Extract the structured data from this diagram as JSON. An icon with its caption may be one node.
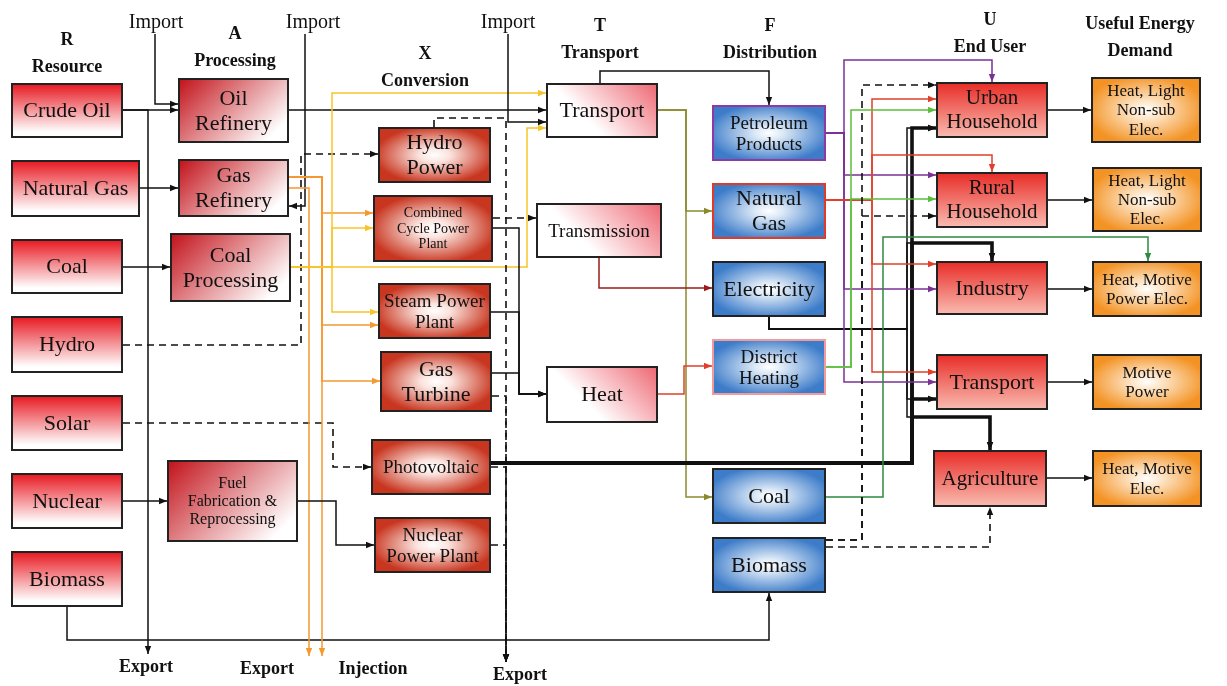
{
  "diagram": {
    "nodes": [
      {
        "text": [
          "Crude Oil"
        ]
      },
      {
        "text": [
          "Natural Gas"
        ]
      },
      {
        "text": [
          "Coal"
        ]
      },
      {
        "text": [
          "Hydro"
        ]
      },
      {
        "text": [
          "Solar"
        ]
      },
      {
        "text": [
          "Nuclear"
        ]
      },
      {
        "text": [
          "Biomass"
        ]
      },
      {
        "text": [
          "Oil Refinery"
        ]
      },
      {
        "text": [
          "Gas Refinery"
        ]
      },
      {
        "text": [
          "Coal Processing"
        ]
      },
      {
        "text": [
          "Fuel Fabrication & Reprocessing"
        ]
      },
      {
        "text": [
          "Hydro Power"
        ]
      },
      {
        "text": [
          "Combined Cycle Power Plant"
        ]
      },
      {
        "text": [
          "Steam Power Plant"
        ]
      },
      {
        "text": [
          "Gas Turbine"
        ]
      },
      {
        "text": [
          "Photovoltaic"
        ]
      },
      {
        "text": [
          "Nuclear Power Plant"
        ]
      },
      {
        "text": [
          "Transport"
        ]
      },
      {
        "text": [
          "Transmission"
        ]
      },
      {
        "text": [
          "Heat"
        ]
      },
      {
        "text": [
          "Petroleum Products"
        ]
      },
      {
        "text": [
          "Natural Gas"
        ]
      },
      {
        "text": [
          "Electricity"
        ]
      },
      {
        "text": [
          "District Heating"
        ]
      },
      {
        "text": [
          "Coal"
        ]
      },
      {
        "text": [
          "Biomass"
        ]
      },
      {
        "text": [
          "Urban Household"
        ]
      },
      {
        "text": [
          "Rural Household"
        ]
      },
      {
        "text": [
          "Industry"
        ]
      },
      {
        "text": [
          "Transport"
        ]
      },
      {
        "text": [
          "Agriculture"
        ]
      },
      {
        "text": [
          "Heat, Light Non-sub Elec."
        ]
      },
      {
        "text": [
          "Heat, Light Non-sub Elec."
        ]
      },
      {
        "text": [
          "Heat, Motive Power Elec."
        ]
      },
      {
        "text": [
          "Motive Power"
        ]
      },
      {
        "text": [
          "Heat, Motive Elec."
        ]
      },
      {
        "text": [
          "Import"
        ]
      },
      {
        "text": [
          "Import"
        ]
      },
      {
        "text": [
          "Import"
        ]
      },
      {
        "text": [
          "Export"
        ]
      },
      {
        "text": [
          "Export"
        ]
      },
      {
        "text": [
          "Injection"
        ]
      },
      {
        "text": [
          "Export"
        ]
      }
    ],
    "edges": [
      {
        "from": 0,
        "to": 7,
        "arrow": "to"
      },
      {
        "from": 36,
        "to": 7,
        "arrow": "to"
      },
      {
        "from": 0,
        "to": 39,
        "arrow": "to"
      },
      {
        "from": 1,
        "to": 8,
        "arrow": "to"
      },
      {
        "from": 2,
        "to": 9,
        "arrow": "to"
      },
      {
        "from": 3,
        "to": 11,
        "arrow": "to",
        "style": "dashed"
      },
      {
        "from": 4,
        "to": 15,
        "arrow": "to",
        "style": "dashed"
      },
      {
        "from": 5,
        "to": 10,
        "arrow": "to"
      },
      {
        "from": 6,
        "to": 25,
        "arrow": "to"
      },
      {
        "from": 7,
        "to": 17,
        "arrow": "to"
      },
      {
        "from": 37,
        "to": 8,
        "arrow": "to"
      },
      {
        "from": 8,
        "to": 12,
        "arrow": "to",
        "color": "#f5982f"
      },
      {
        "from": 8,
        "to": 13,
        "arrow": "to",
        "color": "#f5982f"
      },
      {
        "from": 8,
        "to": 14,
        "arrow": "to",
        "color": "#f5982f"
      },
      {
        "from": 8,
        "to": 41,
        "arrow": "to",
        "color": "#f5982f"
      },
      {
        "from": 8,
        "to": 40,
        "arrow": "to",
        "color": "#f5982f"
      },
      {
        "from": 9,
        "to": 17,
        "arrow": "to",
        "color": "#f7c52a"
      },
      {
        "from": 9,
        "to": 17,
        "arrow": "to",
        "color": "#f7c52a"
      },
      {
        "from": 9,
        "to": 12,
        "arrow": "to",
        "color": "#f7c52a"
      },
      {
        "from": 9,
        "to": 13,
        "arrow": "to",
        "color": "#f7c52a"
      },
      {
        "from": 10,
        "to": 16,
        "arrow": "to"
      },
      {
        "from": 38,
        "to": 17,
        "arrow": "to"
      },
      {
        "from": 11,
        "to": 42,
        "arrow": "to",
        "style": "dashed"
      },
      {
        "from": 12,
        "to": 18,
        "arrow": "to",
        "style": "dashed"
      },
      {
        "from": 12,
        "to": 19,
        "arrow": "to"
      },
      {
        "from": 13,
        "to": 19,
        "arrow": "to"
      },
      {
        "from": 14,
        "to": 19,
        "arrow": "to"
      },
      {
        "from": 14,
        "to": 42,
        "arrow": "to",
        "style": "dashed"
      },
      {
        "from": 15,
        "to": 42,
        "arrow": "to",
        "style": "dashed"
      },
      {
        "from": 16,
        "to": 42,
        "arrow": "to",
        "style": "dashed"
      },
      {
        "from": 17,
        "to": 20,
        "arrow": "to"
      },
      {
        "from": 17,
        "to": 21,
        "arrow": "to",
        "color": "#8a8a2c"
      },
      {
        "from": 17,
        "to": 24,
        "arrow": "to",
        "color": "#8a8a2c"
      },
      {
        "from": 18,
        "to": 22,
        "arrow": "to",
        "color": "#9b1c1c"
      },
      {
        "from": 19,
        "to": 23,
        "arrow": "to",
        "color": "#e0402a"
      },
      {
        "from": 15,
        "to": 26,
        "arrow": "to",
        "style": "thick"
      },
      {
        "from": 15,
        "to": 28,
        "arrow": "to",
        "style": "thick"
      },
      {
        "from": 15,
        "to": 29,
        "arrow": "to",
        "style": "thick"
      },
      {
        "from": 15,
        "to": 30,
        "arrow": "to",
        "style": "thick"
      },
      {
        "from": 22,
        "to": 26,
        "arrow": "to"
      },
      {
        "from": 22,
        "to": 28,
        "arrow": "to"
      },
      {
        "from": 22,
        "to": 29,
        "arrow": "to"
      },
      {
        "from": 22,
        "to": 30,
        "arrow": "to"
      },
      {
        "from": 20,
        "to": 26,
        "arrow": "to",
        "color": "#7b3294"
      },
      {
        "from": 20,
        "to": 27,
        "arrow": "to",
        "color": "#7b3294"
      },
      {
        "from": 20,
        "to": 28,
        "arrow": "to",
        "color": "#7b3294"
      },
      {
        "from": 20,
        "to": 29,
        "arrow": "to",
        "color": "#7b3294"
      },
      {
        "from": 21,
        "to": 26,
        "arrow": "to",
        "color": "#e0402a"
      },
      {
        "from": 21,
        "to": 27,
        "arrow": "to",
        "color": "#e0402a"
      },
      {
        "from": 21,
        "to": 28,
        "arrow": "to",
        "color": "#e0402a"
      },
      {
        "from": 21,
        "to": 29,
        "arrow": "to",
        "color": "#e0402a"
      },
      {
        "from": 23,
        "to": 26,
        "arrow": "to",
        "color": "#5cbf3c"
      },
      {
        "from": 23,
        "to": 27,
        "arrow": "to",
        "color": "#5cbf3c"
      },
      {
        "from": 24,
        "to": 33,
        "arrow": "to",
        "color": "#2e8b3e"
      },
      {
        "from": 25,
        "to": 26,
        "arrow": "to",
        "style": "dashed"
      },
      {
        "from": 25,
        "to": 27,
        "arrow": "to",
        "style": "dashed"
      },
      {
        "from": 25,
        "to": 30,
        "arrow": "to",
        "style": "dashed"
      },
      {
        "from": 26,
        "to": 31,
        "arrow": "to"
      },
      {
        "from": 27,
        "to": 32,
        "arrow": "to"
      },
      {
        "from": 28,
        "to": 33,
        "arrow": "to"
      },
      {
        "from": 29,
        "to": 34,
        "arrow": "to"
      },
      {
        "from": 30,
        "to": 35,
        "arrow": "to"
      }
    ],
    "labels": [
      "R Resource",
      "A Processing",
      "X Conversion",
      "T Transport",
      "F Distribution",
      "U",
      "End User",
      "Useful Energy Demand"
    ]
  }
}
